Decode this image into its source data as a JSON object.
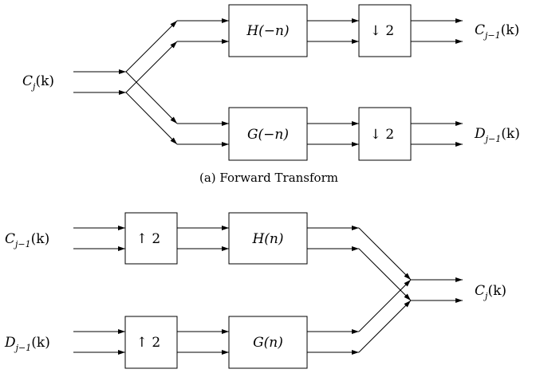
{
  "forward": {
    "input_label": {
      "base": "C",
      "sub": "j",
      "arg": "(k)"
    },
    "blocks": {
      "h_filter": "H(−n)",
      "g_filter": "G(−n)",
      "downsample_top": "↓ 2",
      "downsample_bottom": "↓ 2"
    },
    "output_top": {
      "base": "C",
      "sub": "j−1",
      "arg": "(k)"
    },
    "output_bottom": {
      "base": "D",
      "sub": "j−1",
      "arg": "(k)"
    },
    "caption": "(a) Forward Transform"
  },
  "inverse": {
    "input_top": {
      "base": "C",
      "sub": "j−1",
      "arg": "(k)"
    },
    "input_bottom": {
      "base": "D",
      "sub": "j−1",
      "arg": "(k)"
    },
    "blocks": {
      "upsample_top": "↑ 2",
      "upsample_bottom": "↑ 2",
      "h_filter": "H(n)",
      "g_filter": "G(n)"
    },
    "output": {
      "base": "C",
      "sub": "j",
      "arg": "(k)"
    }
  }
}
